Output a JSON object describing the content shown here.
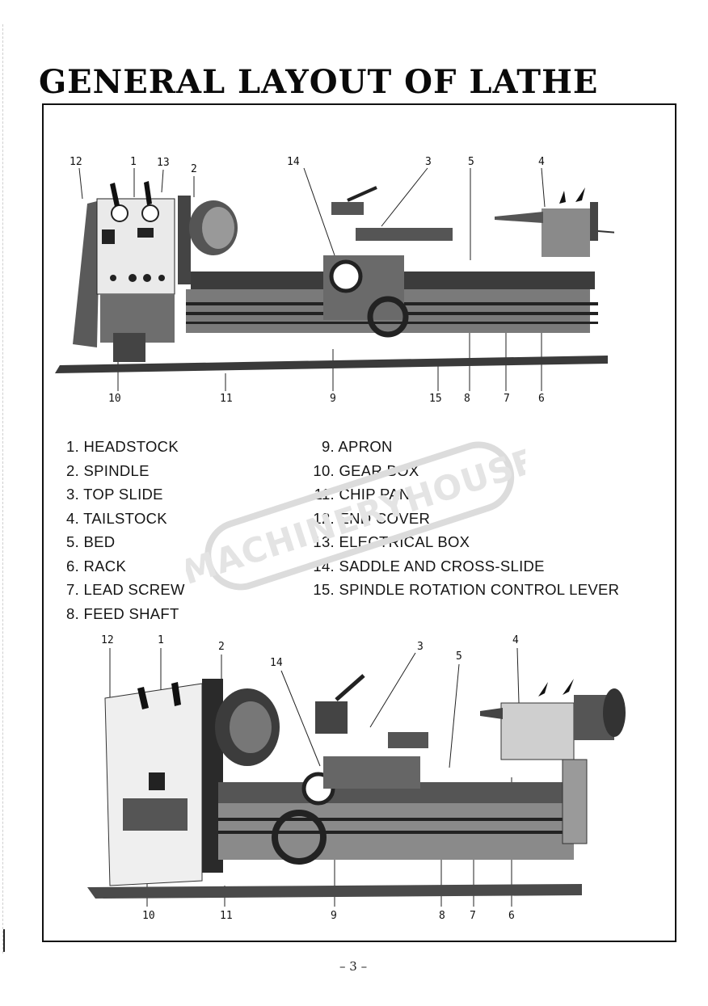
{
  "page": {
    "title": "GENERAL LAYOUT OF LATHE",
    "page_number": "– 3 –"
  },
  "figure_top": {
    "callouts": [
      "12",
      "1",
      "13",
      "2",
      "14",
      "3",
      "5",
      "4",
      "10",
      "11",
      "9",
      "15",
      "8",
      "7",
      "6"
    ]
  },
  "legend": {
    "left": [
      {
        "num": "1.",
        "label": "HEADSTOCK"
      },
      {
        "num": "2.",
        "label": "SPINDLE"
      },
      {
        "num": "3.",
        "label": "TOP SLIDE"
      },
      {
        "num": "4.",
        "label": "TAILSTOCK"
      },
      {
        "num": "5.",
        "label": "BED"
      },
      {
        "num": "6.",
        "label": "RACK"
      },
      {
        "num": "7.",
        "label": "LEAD SCREW"
      },
      {
        "num": "8.",
        "label": "FEED SHAFT"
      }
    ],
    "right": [
      {
        "num": "9.",
        "label": "APRON"
      },
      {
        "num": "10.",
        "label": "GEAR BOX"
      },
      {
        "num": "11.",
        "label": "CHIP PAN"
      },
      {
        "num": "12.",
        "label": "END COVER"
      },
      {
        "num": "13.",
        "label": "ELECTRICAL BOX"
      },
      {
        "num": "14.",
        "label": "SADDLE AND CROSS-SLIDE"
      },
      {
        "num": "15.",
        "label": "SPINDLE ROTATION CONTROL LEVER"
      }
    ]
  },
  "figure_bottom": {
    "callouts": [
      "12",
      "1",
      "2",
      "14",
      "3",
      "5",
      "4",
      "10",
      "11",
      "9",
      "8",
      "7",
      "6"
    ]
  },
  "watermark": {
    "text": "MACHINERYHOUSE",
    "color": "#dcdcdc"
  }
}
